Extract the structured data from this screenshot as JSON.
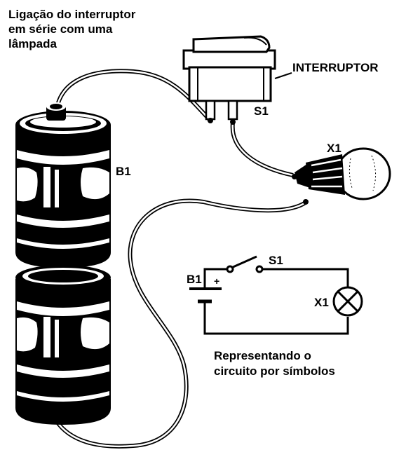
{
  "title_lines": [
    "Ligação do interruptor",
    "em série com uma",
    "lâmpada"
  ],
  "labels": {
    "interruptor": "INTERRUPTOR",
    "switch_label": "S1",
    "lamp_label": "X1",
    "battery_label": "B1",
    "schematic_switch": "S1",
    "schematic_battery": "B1",
    "schematic_lamp": "X1",
    "plus_sign": "+"
  },
  "caption_lines": [
    "Representando o",
    "circuito por símbolos"
  ],
  "colors": {
    "ink": "#000000",
    "paper": "#ffffff"
  }
}
